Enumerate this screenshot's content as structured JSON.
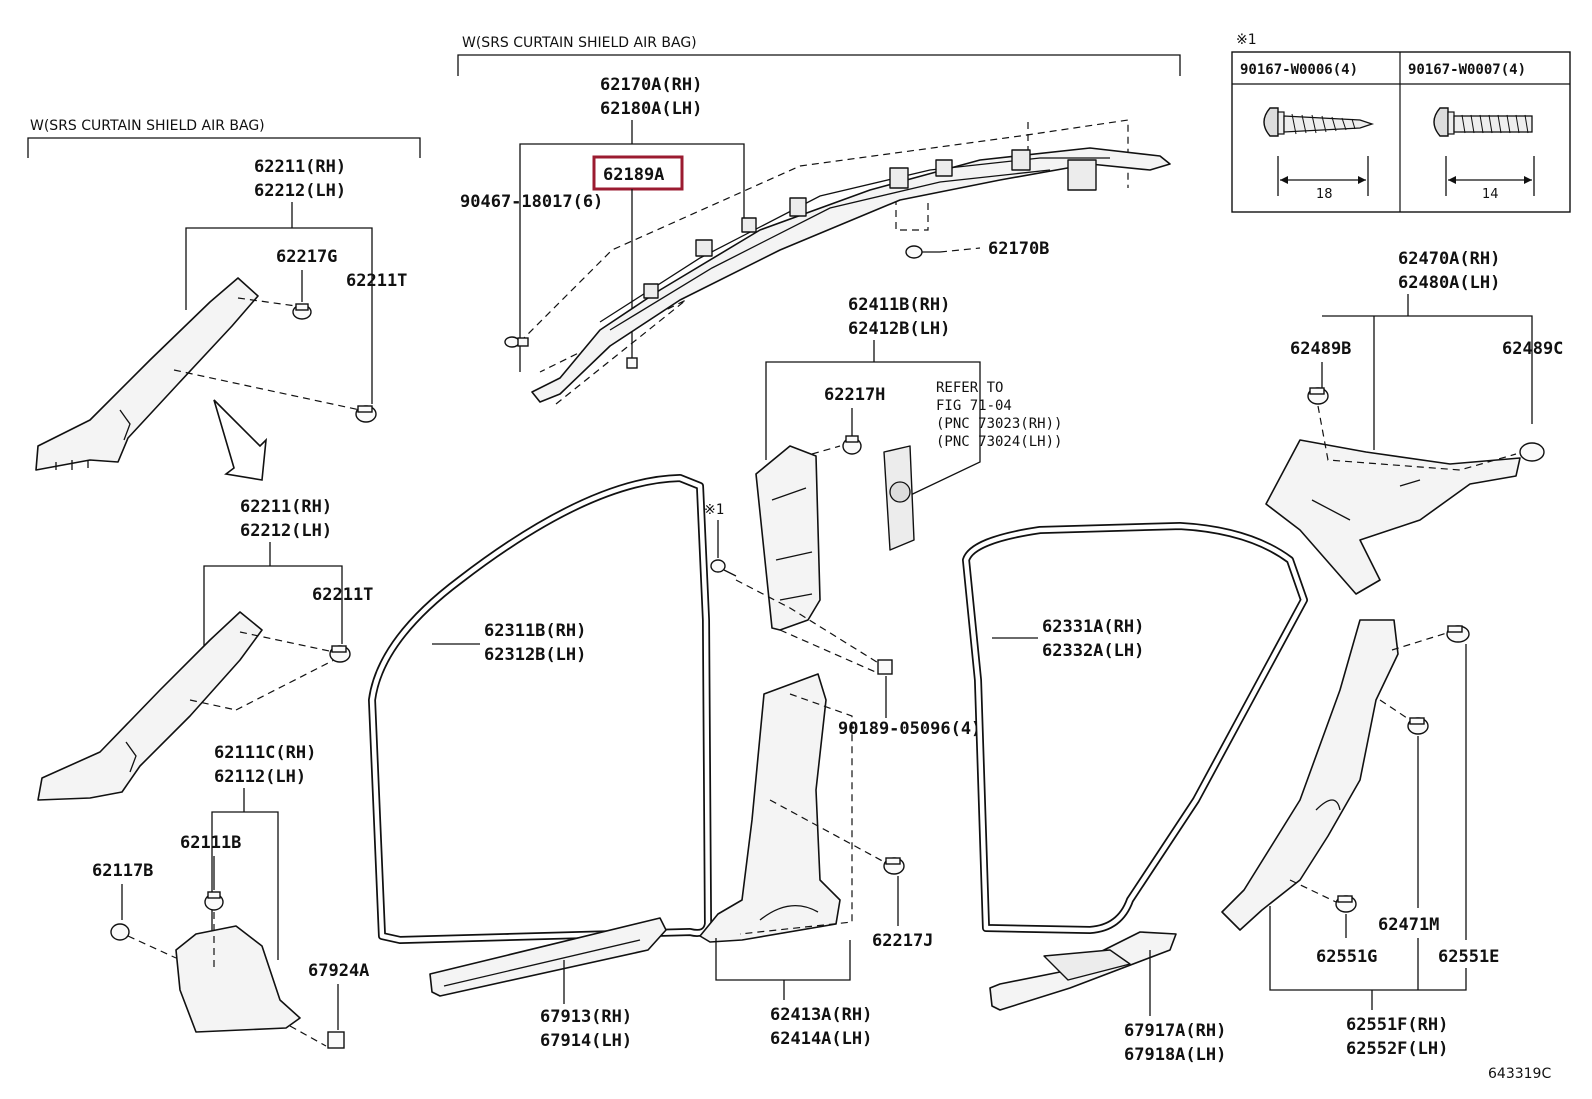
{
  "colors": {
    "highlight": "#9b1b30",
    "line": "#111111",
    "background": "#ffffff"
  },
  "sections": {
    "left": "W(SRS CURTAIN SHIELD AIR BAG)",
    "top": "W(SRS CURTAIN SHIELD AIR BAG)"
  },
  "fastener_table": {
    "marker": "※1",
    "col1_part": "90167-W0006(4)",
    "col1_length": "18",
    "col2_part": "90167-W0007(4)",
    "col2_length": "14"
  },
  "highlighted_part": "62189A",
  "labels": {
    "p62170A": "62170A(RH)",
    "p62180A": "62180A(LH)",
    "p90467": "90467-18017(6)",
    "p62170B": "62170B",
    "p62211a": "62211(RH)",
    "p62212a": "62212(LH)",
    "p62217G": "62217G",
    "p62211Ta": "62211T",
    "p62211b": "62211(RH)",
    "p62212b": "62212(LH)",
    "p62211Tb": "62211T",
    "p62111C": "62111C(RH)",
    "p62112": "62112(LH)",
    "p62111B": "62111B",
    "p62117B": "62117B",
    "p67924A": "67924A",
    "p62411B": "62411B(RH)",
    "p62412B": "62412B(LH)",
    "p62217H": "62217H",
    "ref_line1": "REFER TO",
    "ref_line2": "FIG 71-04",
    "ref_line3": "(PNC 73023(RH))",
    "ref_line4": "(PNC 73024(LH))",
    "p62311B": "62311B(RH)",
    "p62312B": "62312B(LH)",
    "pMark1": "※1",
    "p90189": "90189-05096(4)",
    "p67913": "67913(RH)",
    "p67914": "67914(LH)",
    "p62413A": "62413A(RH)",
    "p62414A": "62414A(LH)",
    "p62217J": "62217J",
    "p62331A": "62331A(RH)",
    "p62332A": "62332A(LH)",
    "p67917A": "67917A(RH)",
    "p67918A": "67918A(LH)",
    "p62470A": "62470A(RH)",
    "p62480A": "62480A(LH)",
    "p62489B": "62489B",
    "p62489C": "62489C",
    "p62471M": "62471M",
    "p62551G": "62551G",
    "p62551E": "62551E",
    "p62551F": "62551F(RH)",
    "p62552F": "62552F(LH)"
  },
  "figure_code": "643319C"
}
